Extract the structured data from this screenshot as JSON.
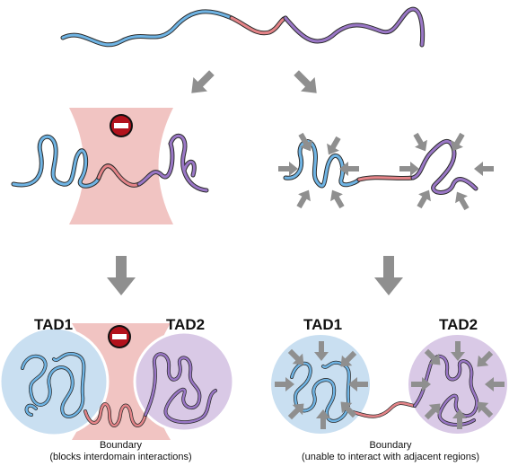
{
  "labels": {
    "left_tad1": "TAD1",
    "left_tad2": "TAD2",
    "right_tad1": "TAD1",
    "right_tad2": "TAD2",
    "left_boundary_title": "Boundary",
    "left_boundary_note": "(blocks interdomain interactions)",
    "right_boundary_title": "Boundary",
    "right_boundary_note": "(unable to interact with adjacent regions)"
  },
  "icons": {
    "no_entry": "no-entry-icon",
    "arrow": "arrow-icon"
  },
  "colors": {
    "domain1": "#6fb4e4",
    "domain2": "#9a77c6",
    "boundary_dna": "#e58488",
    "boundary_shape": "#f1c4c2",
    "tad1_fill": "#c9dff1",
    "tad2_fill": "#d9c9e6",
    "arrow": "#8f8f8f",
    "stop_sign": "#b2121c"
  }
}
